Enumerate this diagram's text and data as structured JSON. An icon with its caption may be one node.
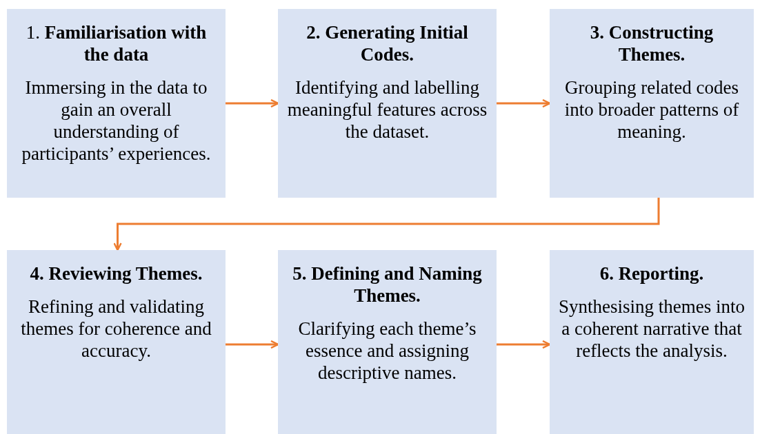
{
  "diagram": {
    "nodes": [
      {
        "text": [
          "1. **Familiarisation with the data**",
          "Immersing in the data to gain an overall understanding of participants’ experiences."
        ]
      },
      {
        "text": [
          "2. Generating Initial Codes.",
          "Identifying and labelling meaningful features across the dataset."
        ]
      },
      {
        "text": [
          "3. Constructing Themes.",
          "Grouping related codes into broader patterns of meaning."
        ]
      },
      {
        "text": [
          "4. Reviewing Themes.",
          "Refining and validating themes for coherence and accuracy."
        ]
      },
      {
        "text": [
          "5. Defining and Naming Themes.",
          "Clarifying each theme’s essence and assigning descriptive names."
        ]
      },
      {
        "text": [
          "6. Reporting.",
          "Synthesising themes into a coherent narrative that reflects the analysis."
        ]
      }
    ],
    "edges": [
      {
        "from": 0,
        "to": 1,
        "arrow": "to"
      },
      {
        "from": 1,
        "to": 2,
        "arrow": "to"
      },
      {
        "from": 2,
        "to": 3,
        "arrow": "to"
      },
      {
        "from": 3,
        "to": 4,
        "arrow": "to"
      },
      {
        "from": 4,
        "to": 5,
        "arrow": "to"
      }
    ]
  }
}
